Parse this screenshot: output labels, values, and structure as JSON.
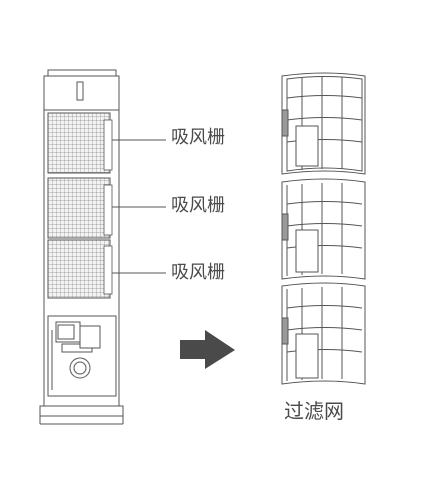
{
  "callouts": {
    "grille_1": "吸风栅",
    "grille_2": "吸风栅",
    "grille_3": "吸风栅"
  },
  "result_label": "过滤网",
  "icons": {
    "arrow": "right-arrow-icon"
  },
  "colors": {
    "line": "#555555",
    "arrow": "#4a4a4a",
    "grille_fill": "#e9e9e9"
  }
}
